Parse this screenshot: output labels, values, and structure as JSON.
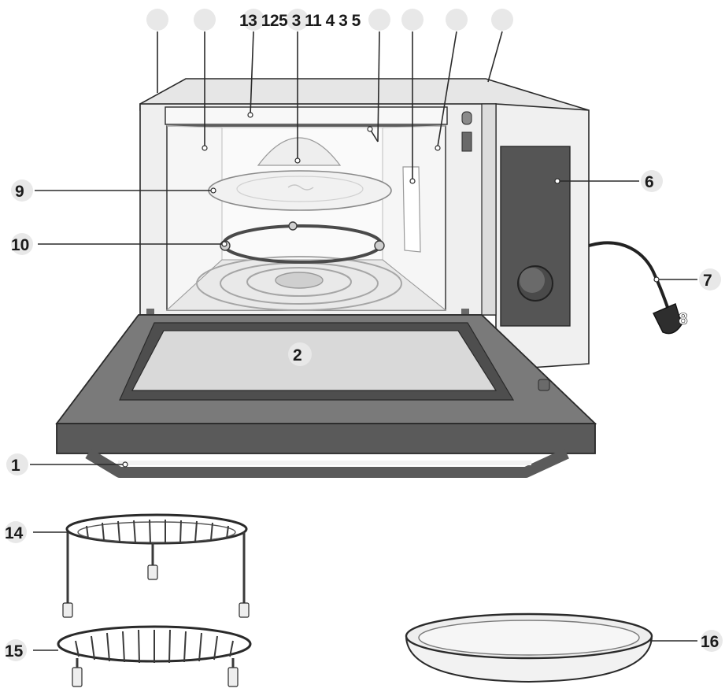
{
  "callouts": {
    "top_row": "13 125 3 11 4 3 5",
    "c1": "1",
    "c2": "2",
    "c6": "6",
    "c7": "7",
    "c8": "8",
    "c9": "9",
    "c10": "10",
    "c14": "14",
    "c15": "15",
    "c16": "16"
  },
  "colors": {
    "body_light": "#f2f2f2",
    "body_mid": "#d9d9d9",
    "door_frame": "#7a7a7a",
    "door_dark": "#5a5a5a",
    "panel_dark": "#555555",
    "outline": "#2a2a2a"
  }
}
